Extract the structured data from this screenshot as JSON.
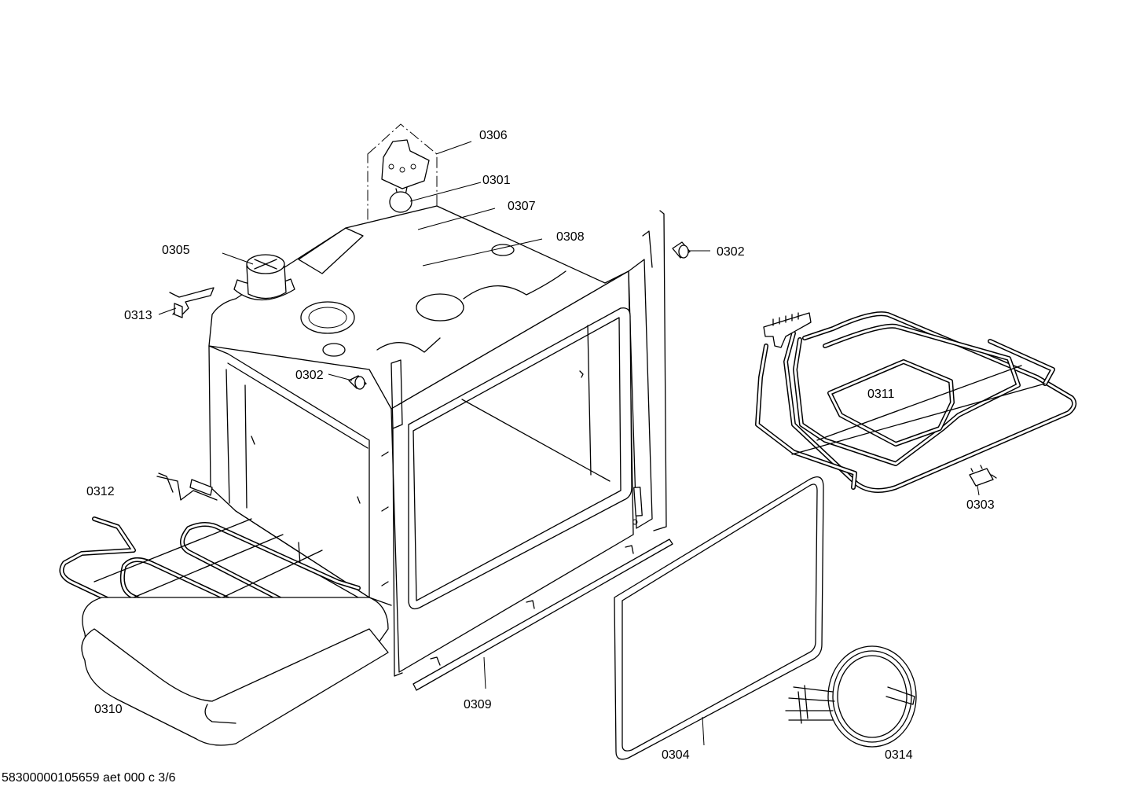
{
  "callouts": {
    "p0306": "0306",
    "p0301": "0301",
    "p0307": "0307",
    "p0308": "0308",
    "p0305": "0305",
    "p0302_right": "0302",
    "p0302_left": "0302",
    "p0313": "0313",
    "p0311": "0311",
    "p0303": "0303",
    "p0312": "0312",
    "p0310": "0310",
    "p0309": "0309",
    "p0304": "0304",
    "p0314": "0314"
  },
  "footer": {
    "document_code": "58300000105659 aet 000 c 3/6"
  }
}
